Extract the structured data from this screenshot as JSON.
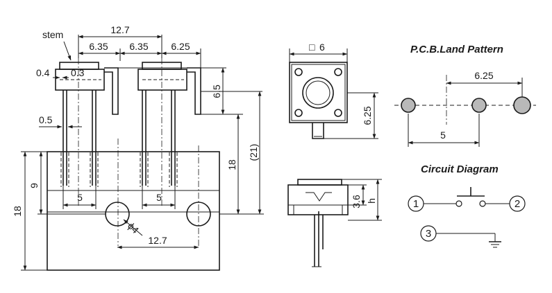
{
  "side_view": {
    "stem_label": "stem",
    "dim_top_total": "12.7",
    "dim_top_left": "6.35",
    "dim_top_mid": "6.35",
    "dim_top_right": "6.25",
    "dim_cap_a": "0.4",
    "dim_cap_b": "0.3",
    "dim_lead": "0.5",
    "dim_pin_height": "6.5",
    "dim_height_18_right": "18",
    "dim_height_21": "(21)",
    "dim_height_9": "9",
    "dim_height_18_left": "18",
    "dim_pitch_left": "5",
    "dim_pitch_right": "5",
    "dim_hole_diameter": "ϕ4",
    "dim_hole_spacing": "12.7"
  },
  "top_view": {
    "square_symbol": "□",
    "dim_width": "6",
    "dim_depth": "6.25"
  },
  "front_view": {
    "dim_body_height": "3.6",
    "dim_h": "h"
  },
  "pcb_land_pattern": {
    "title": "P.C.B.Land Pattern",
    "dim_pitch_top": "6.25",
    "dim_pitch_bottom": "5"
  },
  "circuit_diagram": {
    "title": "Circuit Diagram",
    "terminal_1": "1",
    "terminal_2": "2",
    "terminal_3": "3"
  }
}
